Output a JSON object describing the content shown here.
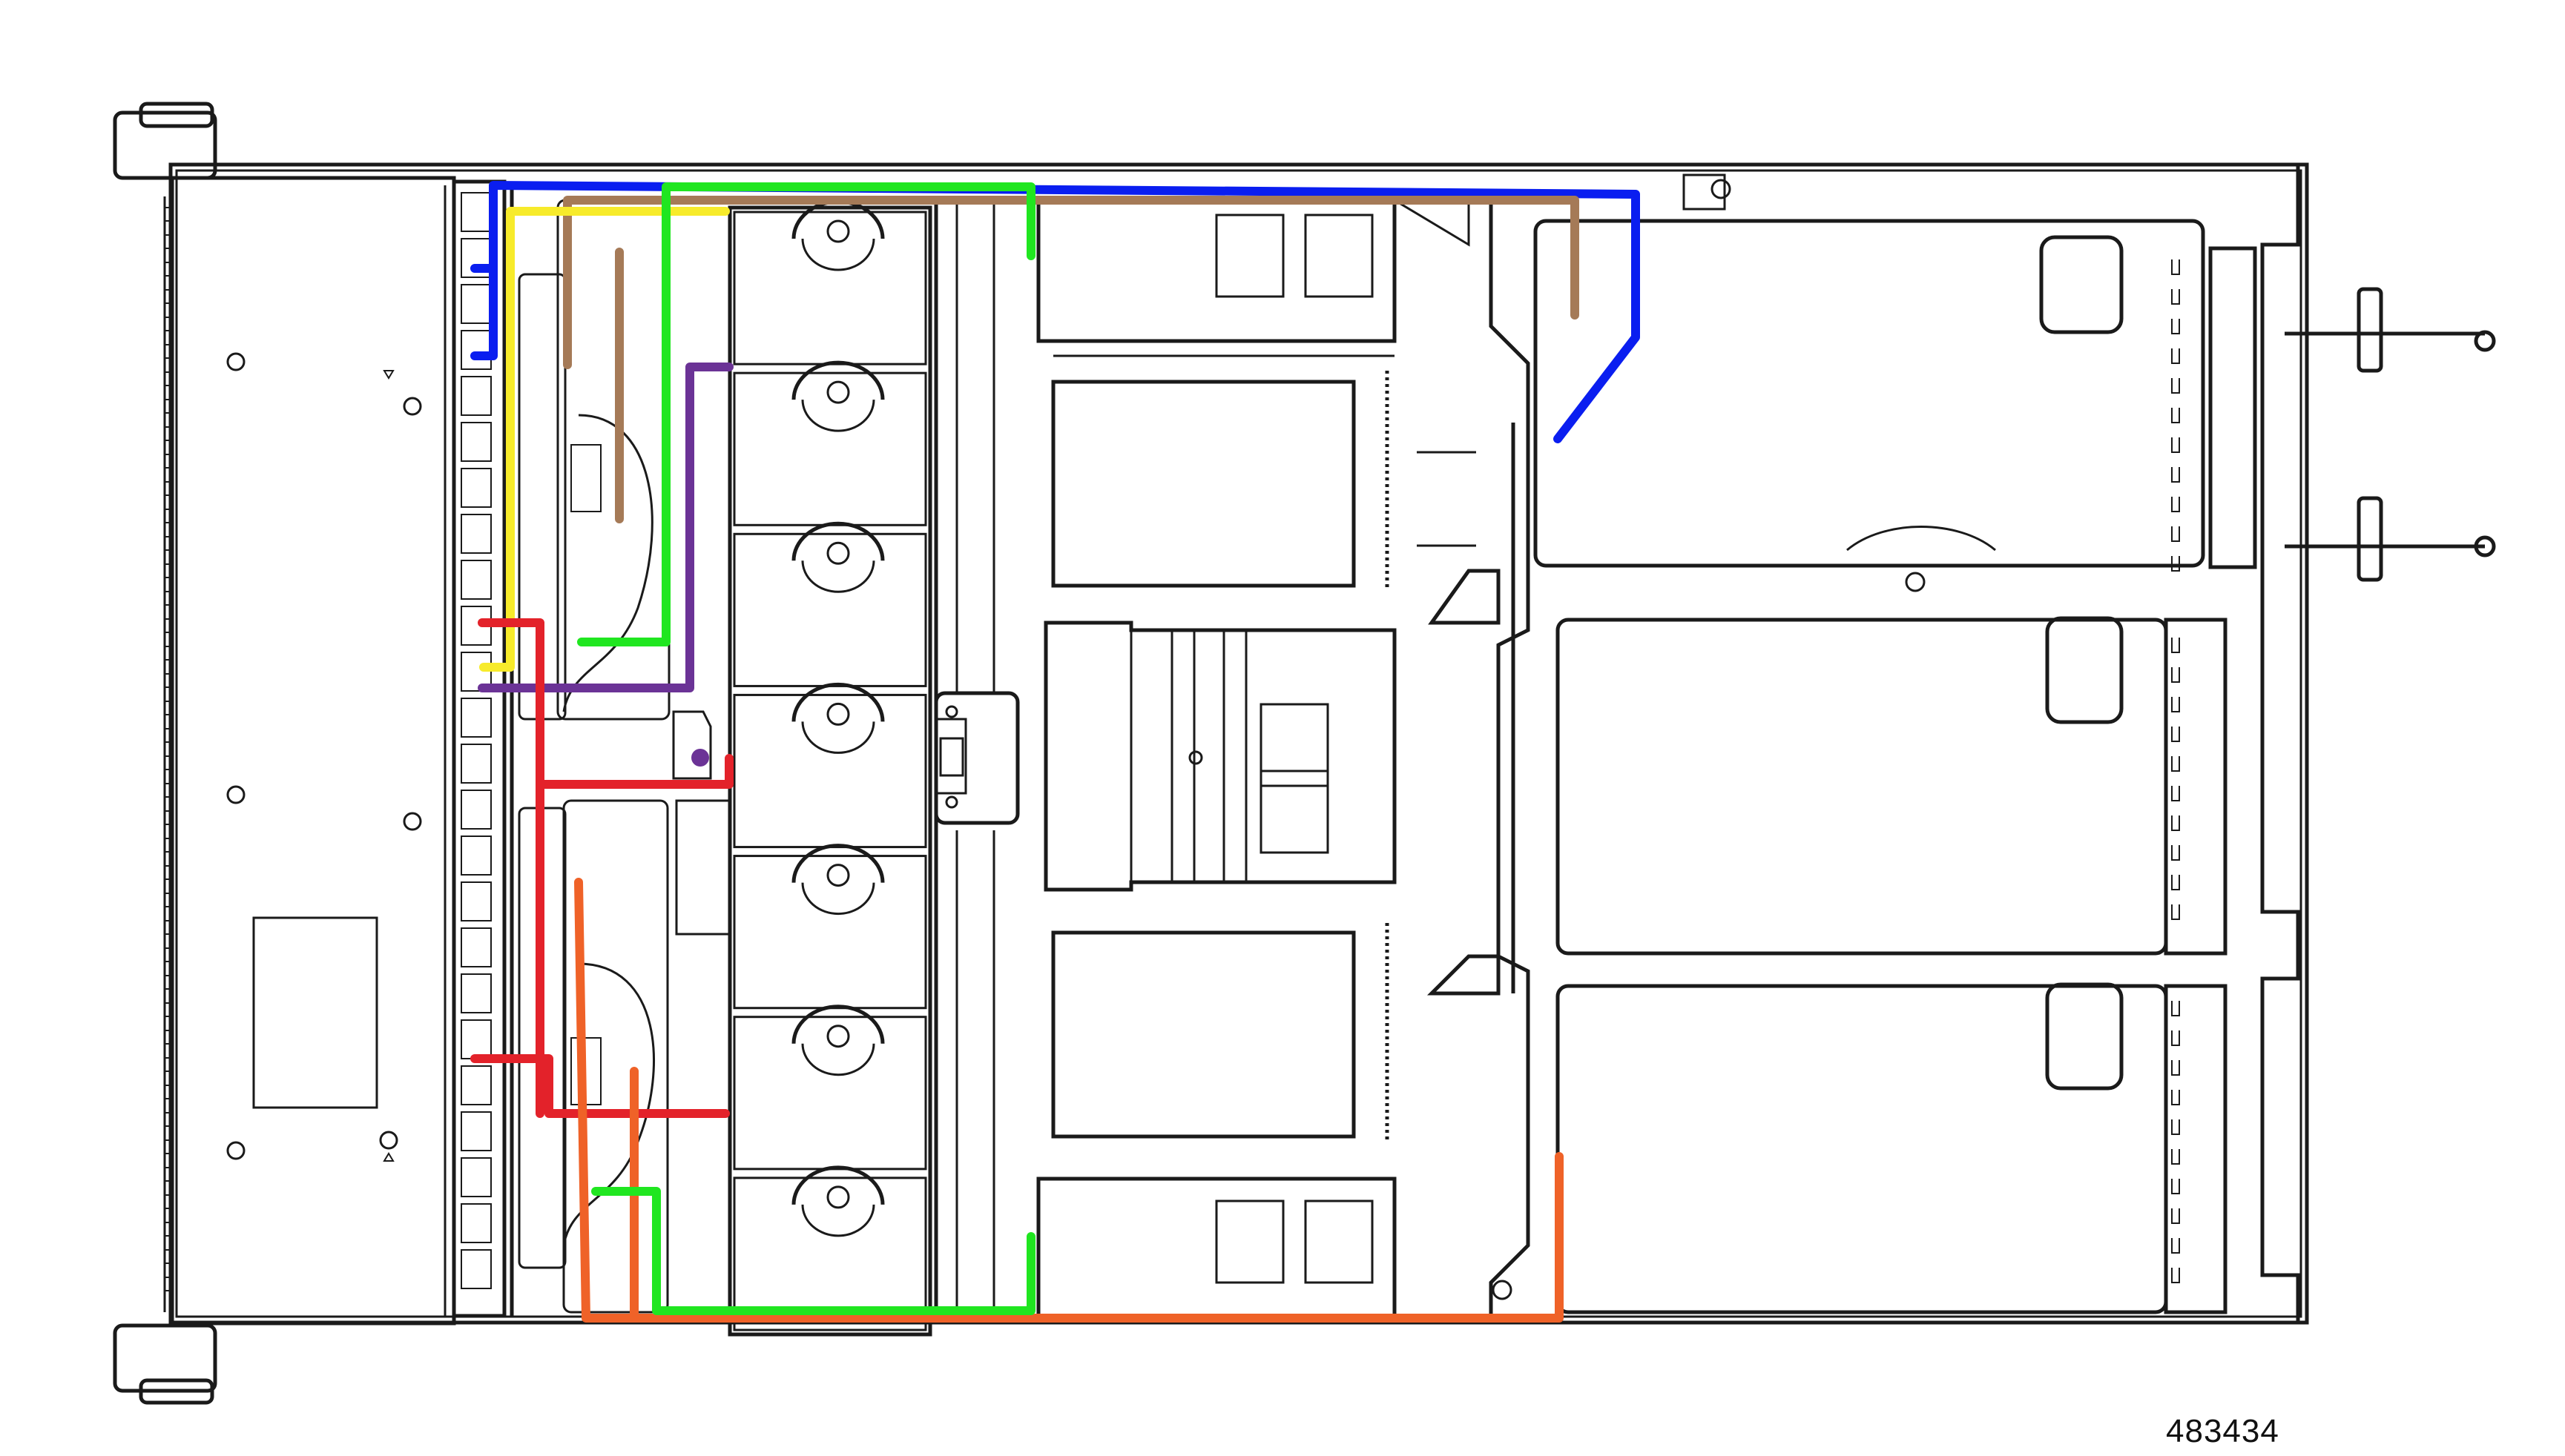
{
  "figure_id": "483434",
  "cables": [
    {
      "name": "blue-cable",
      "color": "#0a1ef0"
    },
    {
      "name": "tan-cable",
      "color": "#a57a57"
    },
    {
      "name": "yellow-cable",
      "color": "#f7eb2b"
    },
    {
      "name": "green-cable-top",
      "color": "#20e620"
    },
    {
      "name": "purple-cable",
      "color": "#6b3396"
    },
    {
      "name": "red-cable",
      "color": "#e3222a"
    },
    {
      "name": "orange-cable",
      "color": "#ef6228"
    },
    {
      "name": "green-cable-bottom",
      "color": "#20e620"
    }
  ],
  "fan_count": 7,
  "drive_bay_count": 24
}
